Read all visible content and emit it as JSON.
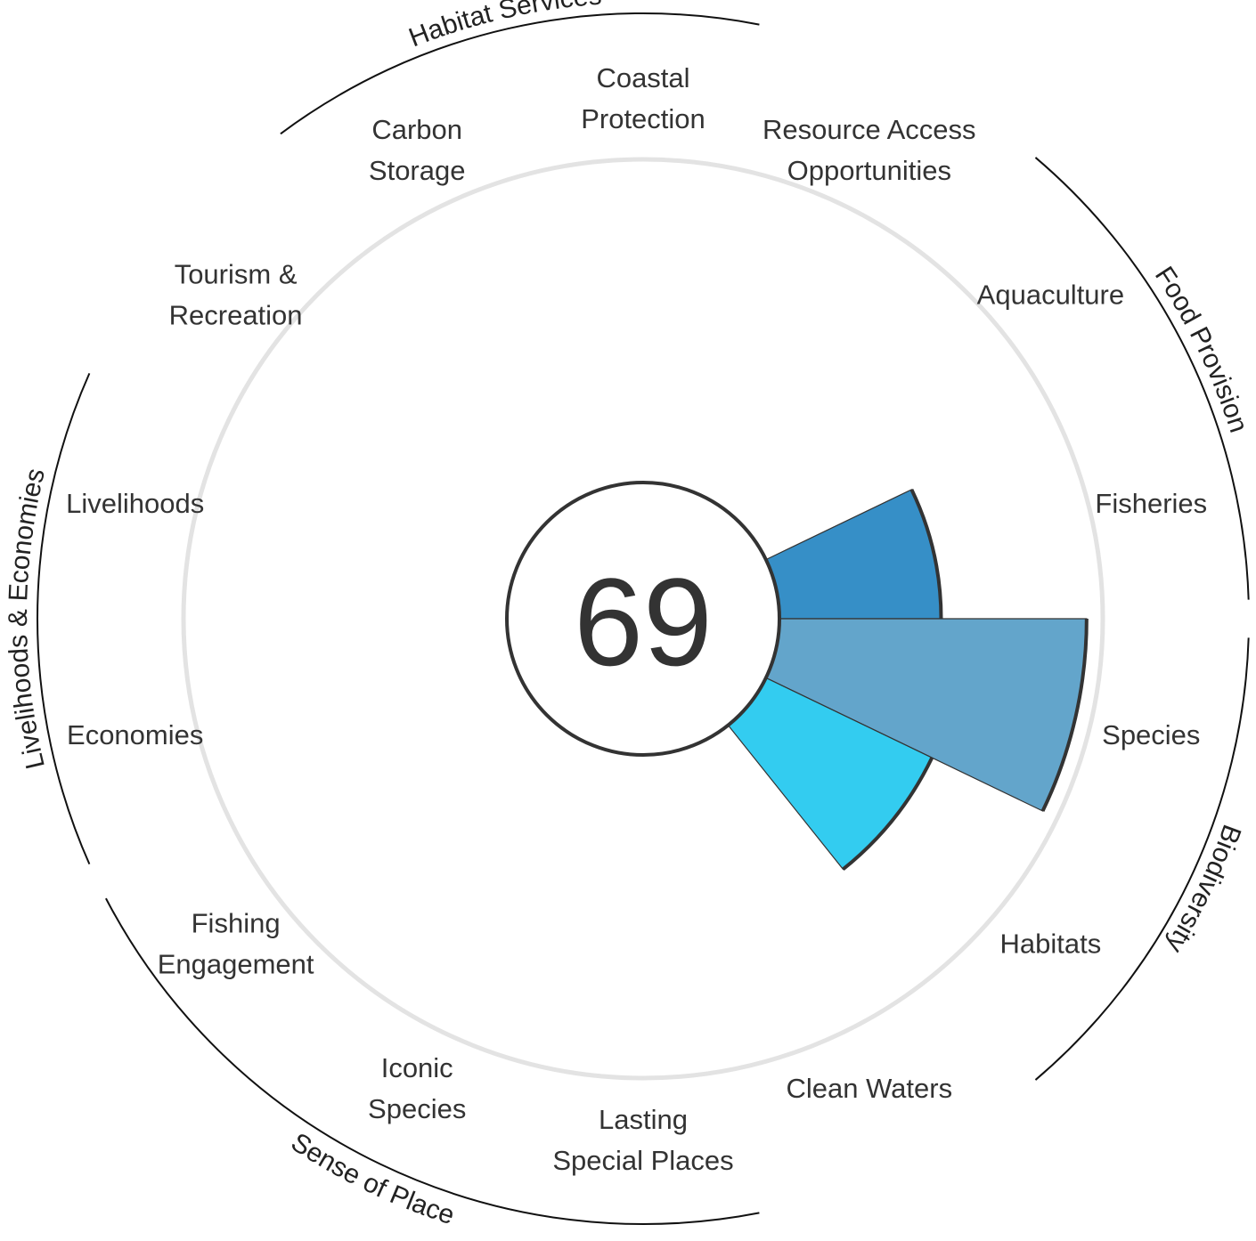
{
  "chart_data": {
    "type": "rose",
    "score": "69",
    "ylim": [
      0,
      100
    ],
    "goals": [
      {
        "name": "Food Provision: Fisheries",
        "lines": [
          "Fisheries"
        ],
        "value": 50,
        "color": "#368fc7"
      },
      {
        "name": "Biodiversity: Species",
        "lines": [
          "Species"
        ],
        "value": 95,
        "color": "#63a5cb"
      },
      {
        "name": "Biodiversity: Habitats",
        "lines": [
          "Habitats"
        ],
        "value": 57,
        "color": "#33ccf0"
      },
      {
        "name": "Clean Waters",
        "lines": [
          "Clean Waters"
        ],
        "value": null,
        "color": null
      },
      {
        "name": "Sense of Place: Lasting Special Places",
        "lines": [
          "Lasting",
          "Special Places"
        ],
        "value": null,
        "color": null
      },
      {
        "name": "Sense of Place: Iconic Species",
        "lines": [
          "Iconic",
          "Species"
        ],
        "value": null,
        "color": null
      },
      {
        "name": "Fishing Engagement",
        "lines": [
          "Fishing",
          "Engagement"
        ],
        "value": null,
        "color": null
      },
      {
        "name": "Livelihoods & Economies: Economies",
        "lines": [
          "Economies"
        ],
        "value": null,
        "color": null
      },
      {
        "name": "Livelihoods & Economies: Livelihoods",
        "lines": [
          "Livelihoods"
        ],
        "value": null,
        "color": null
      },
      {
        "name": "Tourism & Recreation",
        "lines": [
          "Tourism &",
          "Recreation"
        ],
        "value": null,
        "color": null
      },
      {
        "name": "Habitat Services: Carbon Storage",
        "lines": [
          "Carbon",
          "Storage"
        ],
        "value": null,
        "color": null
      },
      {
        "name": "Habitat Services: Coastal Protection",
        "lines": [
          "Coastal",
          "Protection"
        ],
        "value": null,
        "color": null
      },
      {
        "name": "Resource Access Opportunities",
        "lines": [
          "Resource Access",
          "Opportunities"
        ],
        "value": null,
        "color": null
      },
      {
        "name": "Food Provision: Aquaculture",
        "lines": [
          "Aquaculture"
        ],
        "value": null,
        "color": null
      }
    ],
    "groups": [
      "Food Provision",
      "Biodiversity",
      "Sense of Place",
      "Livelihoods & Economies",
      "Habitat Services"
    ],
    "colors": {
      "ring": "#e3e3e3",
      "outline": "#333333",
      "group_arc": "#111111"
    }
  }
}
